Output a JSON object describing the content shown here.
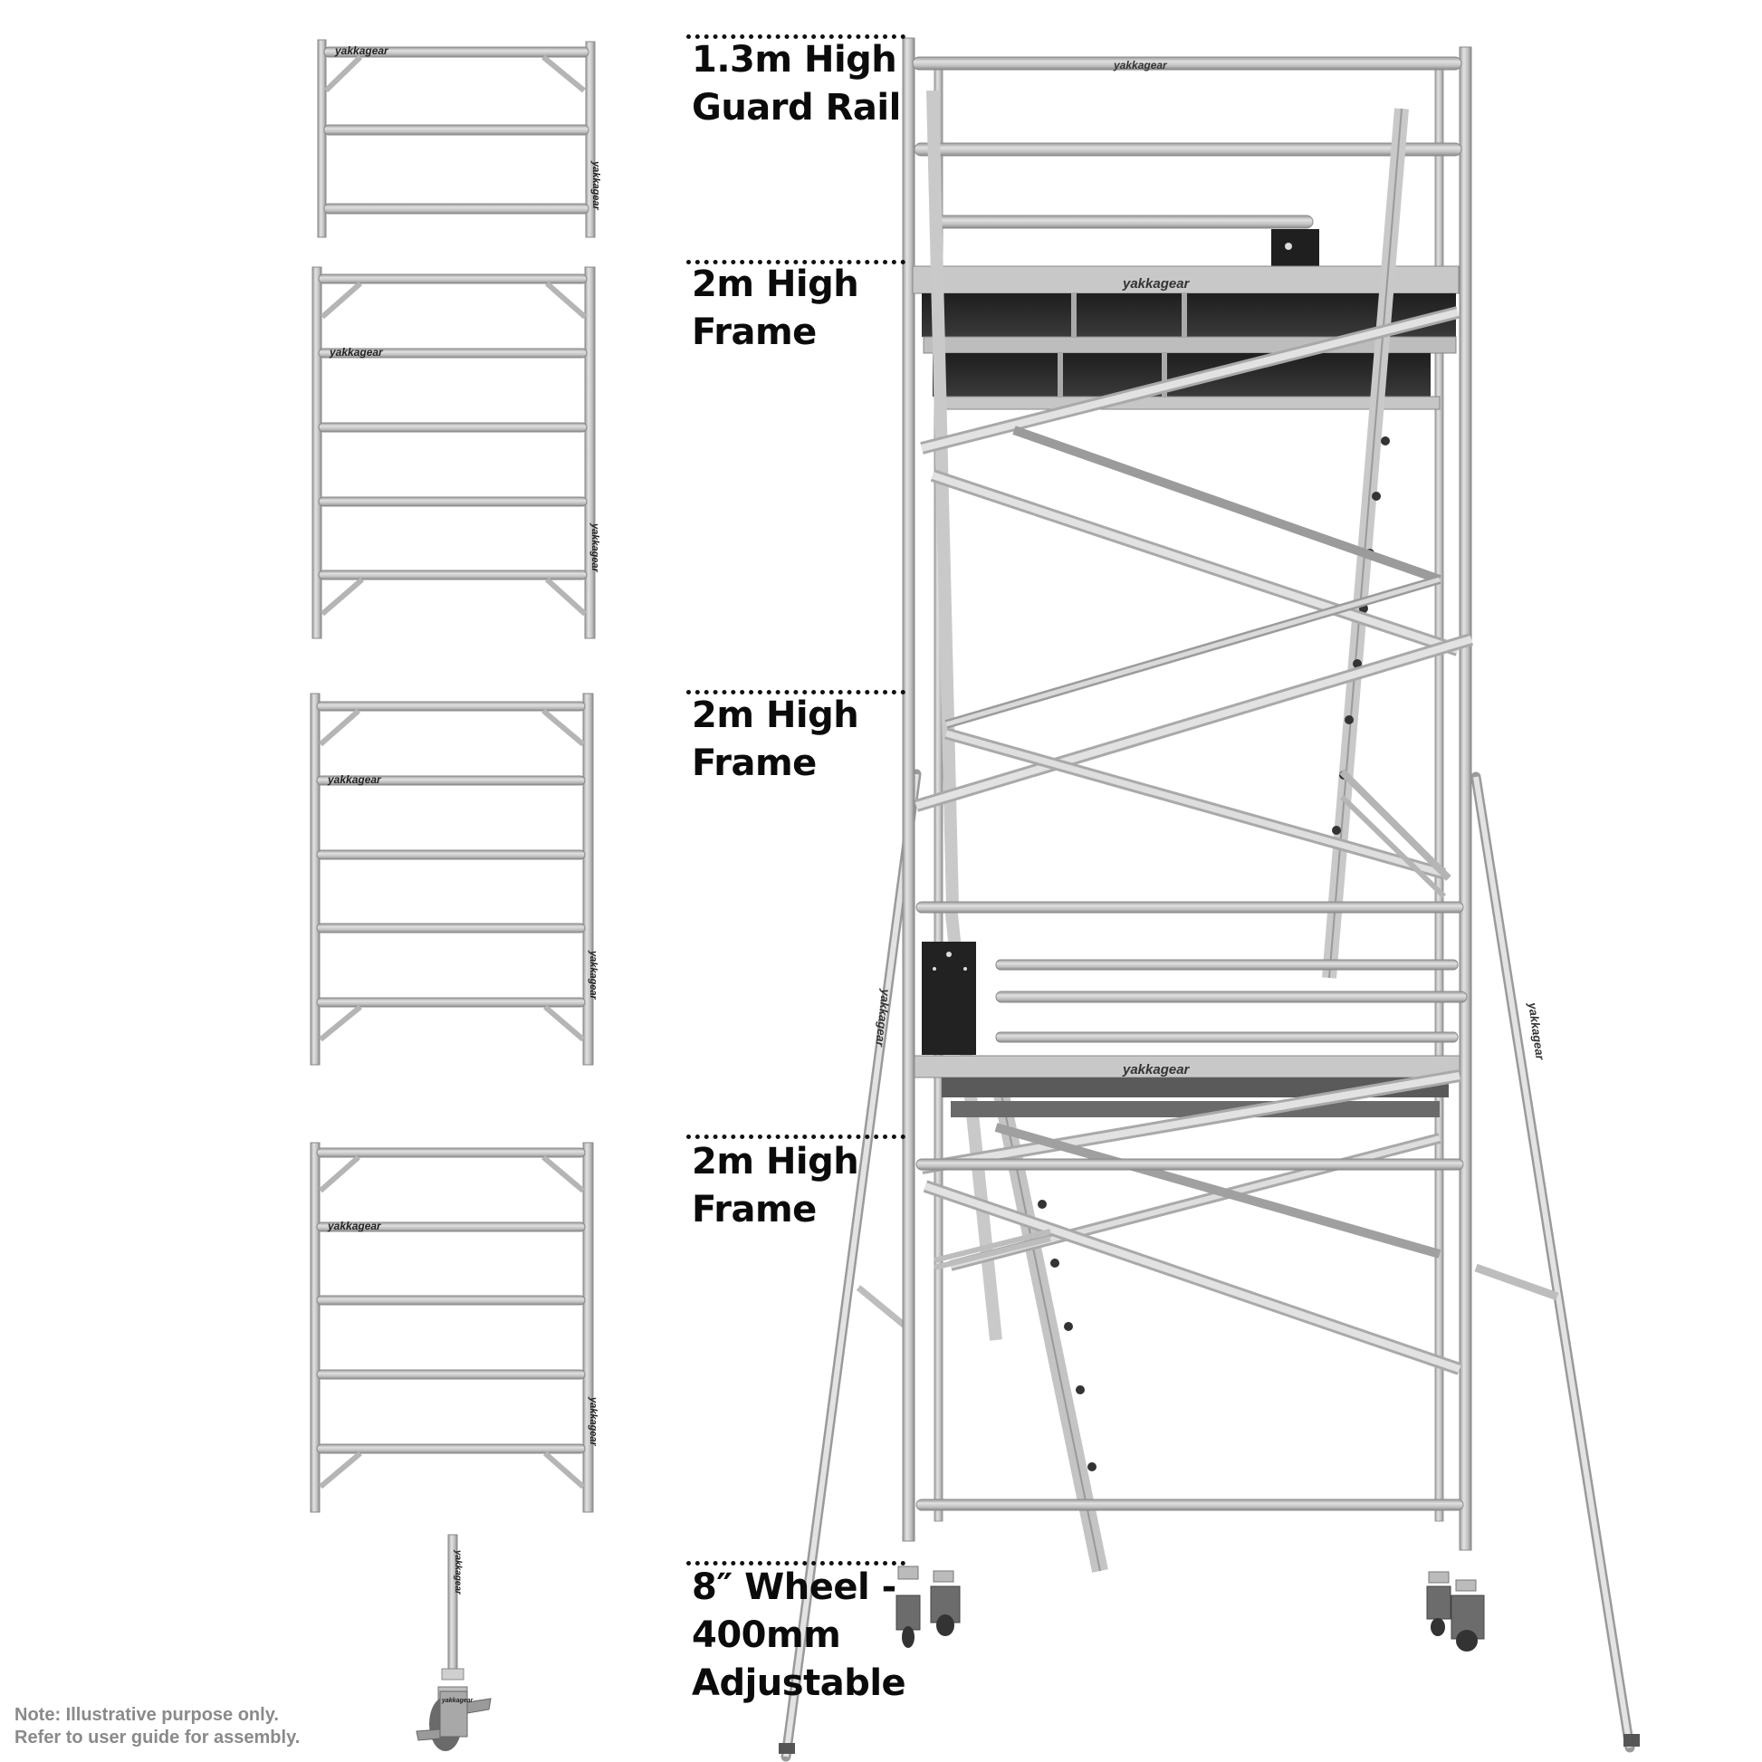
{
  "diagram": {
    "subject": "Aluminium mobile scaffold tower assembly",
    "brand_mark": "yakkagear",
    "colors": {
      "background": "#ffffff",
      "tube": "#c9c9c9",
      "tube_edge": "#8f8f8f",
      "deck": "#2a2a2a",
      "label_text": "#0b0b0b",
      "note_text": "#8a8a8a"
    }
  },
  "labels": [
    {
      "line1": "1.3m High",
      "line2": "Guard Rail",
      "line3": ""
    },
    {
      "line1": "2m High",
      "line2": "Frame",
      "line3": ""
    },
    {
      "line1": "2m High",
      "line2": "Frame",
      "line3": ""
    },
    {
      "line1": "2m High",
      "line2": "Frame",
      "line3": ""
    },
    {
      "line1": "8″ Wheel -",
      "line2": "400mm",
      "line3": "Adjustable"
    }
  ],
  "components": [
    {
      "name": "1.3m guard rail frame",
      "rungs": 3
    },
    {
      "name": "2m frame",
      "rungs": 5
    },
    {
      "name": "2m frame",
      "rungs": 5
    },
    {
      "name": "2m frame",
      "rungs": 5
    },
    {
      "name": "8 inch adjustable castor wheel"
    }
  ],
  "note": {
    "line1": "Note: Illustrative purpose only.",
    "line2": "Refer to user guide for assembly."
  }
}
